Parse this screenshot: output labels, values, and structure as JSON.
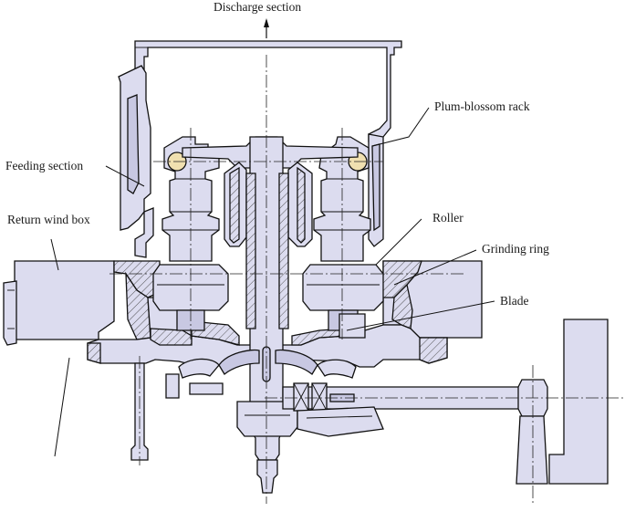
{
  "labels": {
    "discharge": "Discharge section",
    "plum": "Plum-blossom rack",
    "feeding": "Feeding section",
    "return_box": "Return wind box",
    "roller": "Roller",
    "grinding_ring": "Grinding ring",
    "blade": "Blade"
  },
  "colors": {
    "part_fill": "#dcdcef",
    "part_fill_dark": "#c8c8e2",
    "roller_pin": "#f0e0b0",
    "outline": "#111111"
  }
}
